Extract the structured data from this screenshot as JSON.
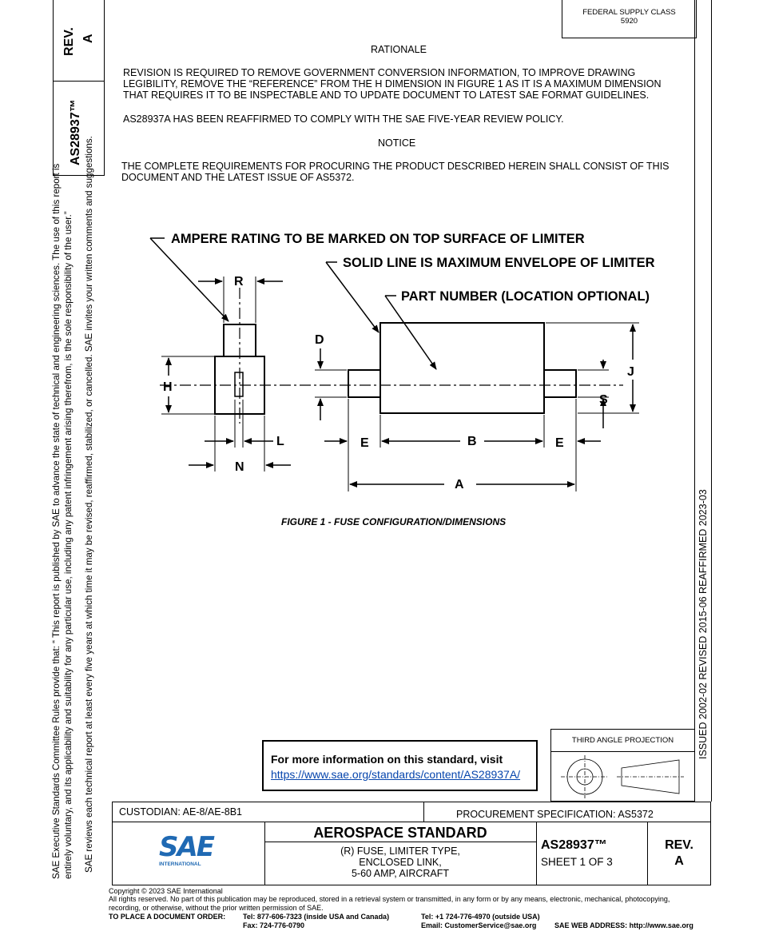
{
  "side": {
    "rev_label": "REV.",
    "rev_value": "A",
    "doc_number": "AS28937™",
    "disclaimer_line1": "SAE Executive Standards Committee Rules provide that: “  This report is published by SAE to advance the state of technical and engineering sciences. The use of this report is",
    "disclaimer_line2": "entirely voluntary, and its applicability and suitability for any particular use, including any patent infringement arising therefrom, is the sole responsibility of the user.”",
    "disclaimer_line3": "SAE reviews each technical report at least every five years at which time it may be revised, reaffirmed, stabilized, or cancelled. SAE invites your written comments and suggestions.",
    "dates": "ISSUED 2002-02     REVISED 2015-06     REAFFIRMED 2023-03"
  },
  "supply_class": {
    "line1": "FEDERAL SUPPLY CLASS",
    "line2": "5920"
  },
  "rationale": {
    "heading": "RATIONALE",
    "para1_line1": "REVISION IS REQUIRED TO REMOVE GOVERNMENT CONVERSION INFORMATION, TO IMPROVE DRAWING",
    "para1_line2": "LEGIBILITY, REMOVE THE “REFERENCE” FROM THE H DIMENSION IN FIGURE 1 AS IT IS A MAXIMUM DIMENSION",
    "para1_line3": "THAT REQUIRES IT TO BE INSPECTABLE AND TO UPDATE DOCUMENT TO LATEST SAE FORMAT GUIDELINES.",
    "para2": "AS28937A HAS BEEN REAFFIRMED TO COMPLY WITH THE SAE FIVE-YEAR REVIEW POLICY."
  },
  "notice": {
    "heading": "NOTICE",
    "line1": "THE COMPLETE REQUIREMENTS FOR PROCURING THE PRODUCT DESCRIBED HEREIN SHALL CONSIST OF THIS",
    "line2": "DOCUMENT AND THE LATEST ISSUE OF AS5372."
  },
  "figure": {
    "callout_ampere": "AMPERE RATING TO BE MARKED ON TOP SURFACE OF LIMITER",
    "callout_solid": "SOLID LINE IS MAXIMUM ENVELOPE OF LIMITER",
    "callout_part": "PART NUMBER (LOCATION OPTIONAL)",
    "dim_r": "R",
    "dim_d": "D",
    "dim_h": "H",
    "dim_l": "L",
    "dim_n": "N",
    "dim_e": "E",
    "dim_b": "B",
    "dim_a": "A",
    "dim_j": "J",
    "dim_s": "S",
    "caption": "FIGURE 1 - FUSE CONFIGURATION/DIMENSIONS"
  },
  "info_box": {
    "text": "For more information on this standard, visit",
    "link": "https://www.sae.org/standards/content/AS28937A/"
  },
  "projection": {
    "label": "THIRD ANGLE PROJECTION"
  },
  "title_block": {
    "custodian": "CUSTODIAN: AE-8/AE-8B1",
    "procurement": "PROCUREMENT SPECIFICATION: AS5372",
    "logo_text": "SAE",
    "logo_sub": "INTERNATIONAL",
    "standard_type": "AEROSPACE STANDARD",
    "title_line1": "(R) FUSE, LIMITER TYPE,",
    "title_line2": "ENCLOSED LINK,",
    "title_line3": "5-60 AMP, AIRCRAFT",
    "doc_number": "AS28937™",
    "sheet": "SHEET 1 OF 3",
    "rev_label": "REV.",
    "rev_value": "A"
  },
  "footer": {
    "copyright": "Copyright © 2023 SAE International",
    "rights_line1": "All rights reserved. No part of this publication may be reproduced, stored in a retrieval system or transmitted, in any form or by any means, electronic, mechanical, photocopying,",
    "rights_line2": "recording, or otherwise, without the prior written permission of SAE.",
    "order_label": "TO PLACE A DOCUMENT ORDER:",
    "tel_us": "Tel: 877-606-7323 (inside USA and Canada)",
    "fax": "Fax: 724-776-0790",
    "tel_intl": "Tel: +1 724-776-4970 (outside USA)",
    "email": "Email: CustomerService@sae.org",
    "web": "SAE WEB ADDRESS: http://www.sae.org"
  }
}
